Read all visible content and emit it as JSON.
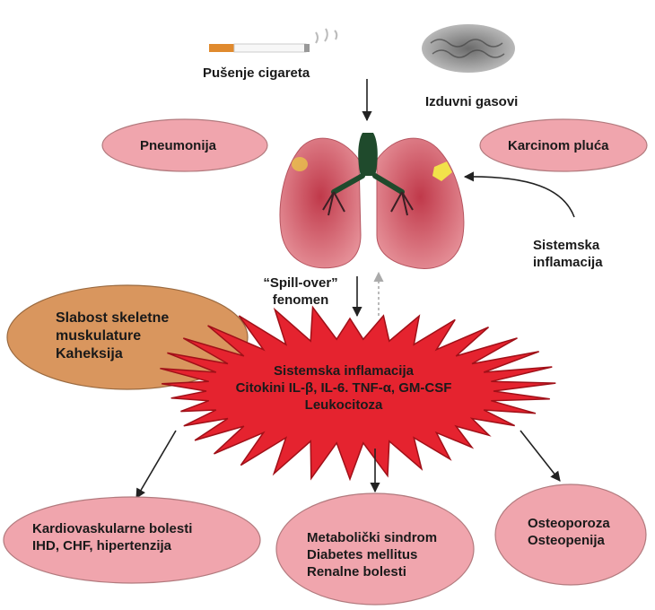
{
  "top": {
    "cigarette_label": "Pušenje cigareta",
    "exhaust_label": "Izduvni gasovi"
  },
  "lung_diseases": {
    "left": "Pneumonija",
    "right": "Karcinom pluća"
  },
  "systemic_inflammation_side": {
    "line1": "Sistemska",
    "line2": "inflamacija"
  },
  "spillover": {
    "line1": "“Spill-over”",
    "line2": "fenomen"
  },
  "muscle": {
    "line1": "Slabost skeletne",
    "line2": "muskulature",
    "line3": "Kaheksija"
  },
  "center_burst": {
    "line1": "Sistemska inflamacija",
    "line2": "Citokini IL-β, IL-6. TNF-α, GM-CSF",
    "line3": "Leukocitoza"
  },
  "outcomes": {
    "cardio": {
      "line1": "Kardiovaskularne bolesti",
      "line2": "IHD, CHF, hipertenzija"
    },
    "metabolic": {
      "line1": "Metabolički sindrom",
      "line2": "Diabetes mellitus",
      "line3": "Renalne bolesti"
    },
    "bone": {
      "line1": "Osteoporoza",
      "line2": "Osteopenija"
    }
  },
  "colors": {
    "ellipse_fill": "#f0a5ad",
    "ellipse_stroke": "#b27a7e",
    "muscle_fill": "#d9965e",
    "burst_fill": "#e5232f",
    "burst_stroke": "#a01018",
    "lung_fill": "#d86a72",
    "trachea": "#1f4a2c",
    "tumor": "#f2e24a",
    "arrow": "#222222"
  },
  "icons": {
    "cigarette": "cigarette-icon",
    "exhaust": "exhaust-smoke-icon",
    "lungs": "lungs-icon"
  }
}
